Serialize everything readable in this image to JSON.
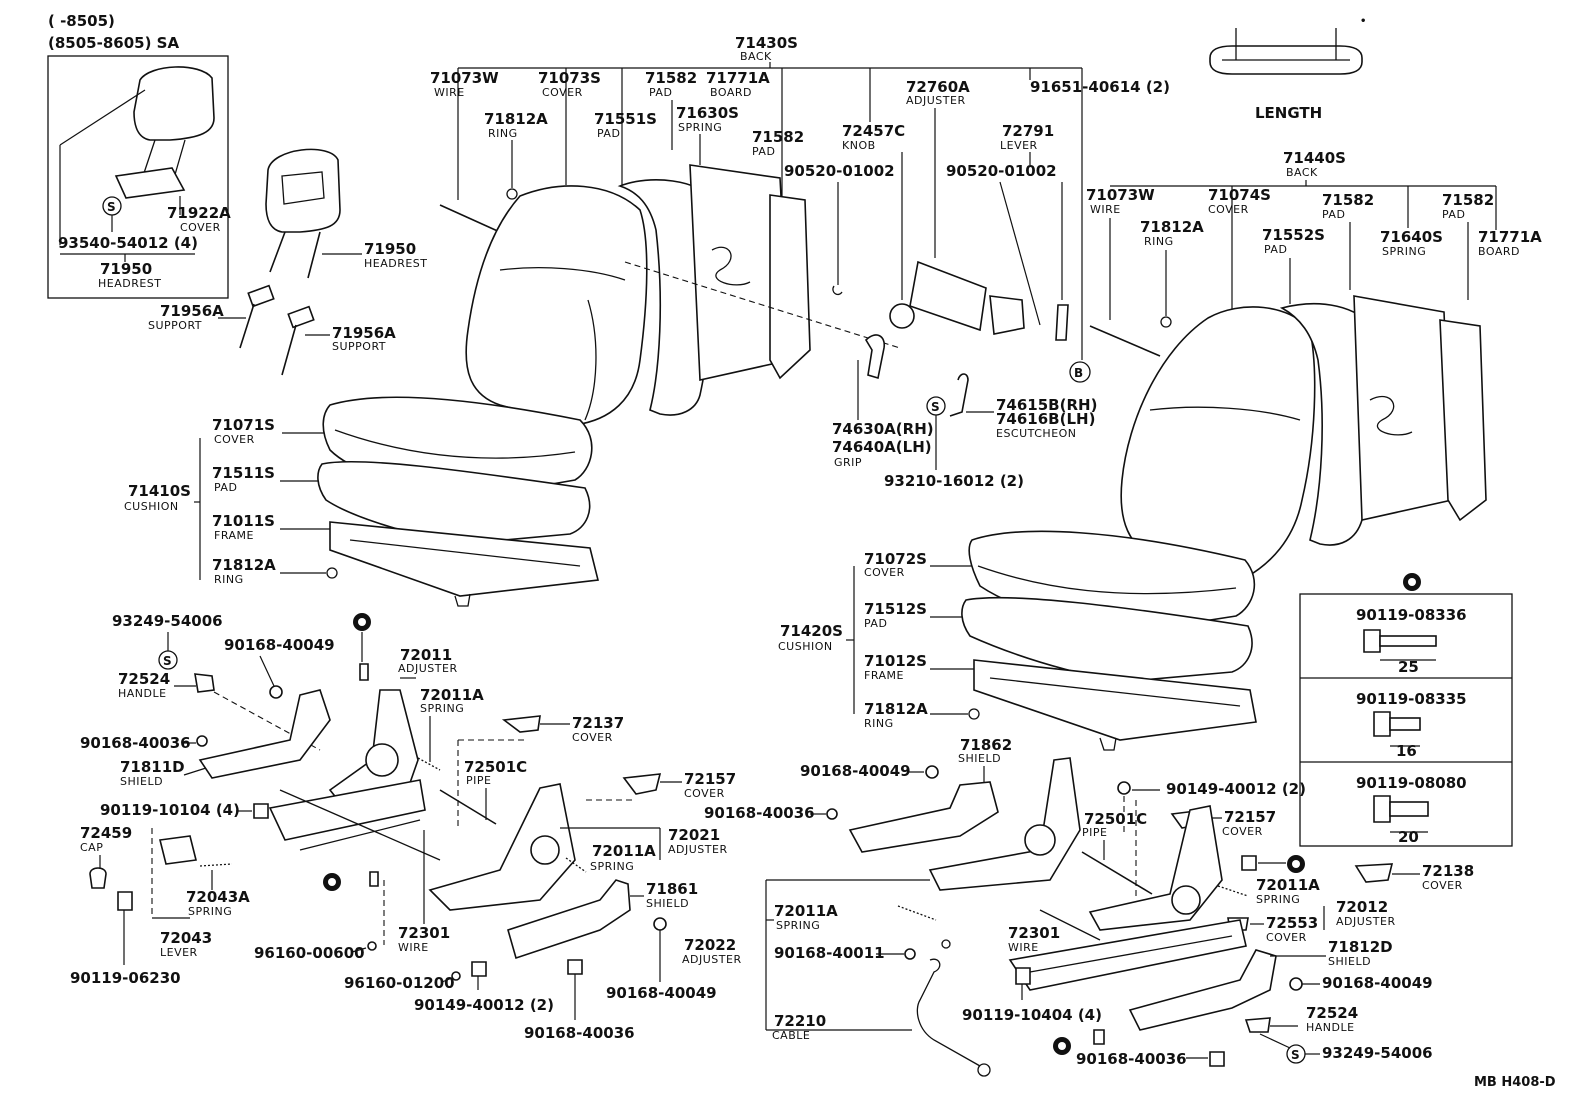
{
  "diagram": {
    "code": "MB H408-D",
    "notes": {
      "period1": "(   -8505)",
      "period2": "(8505-8605) SA",
      "length": "LENGTH"
    },
    "labels": {
      "l71430S": "71430S",
      "l71430S_n": "BACK",
      "l71073W_a": "71073W",
      "l71073W_a_n": "WIRE",
      "l71073S": "71073S",
      "l71073S_n": "COVER",
      "l71582_a": "71582",
      "l71582_a_n": "PAD",
      "l71771A_a": "71771A",
      "l71771A_a_n": "BOARD",
      "l71812A_a": "71812A",
      "l71812A_a_n": "RING",
      "l71551S": "71551S",
      "l71551S_n": "PAD",
      "l71630S": "71630S",
      "l71630S_n": "SPRING",
      "l71582_b": "71582",
      "l71582_b_n": "PAD",
      "l72760A": "72760A",
      "l72760A_n": "ADJUSTER",
      "l91651": "91651-40614 (2)",
      "l72457C": "72457C",
      "l72457C_n": "KNOB",
      "l90520_a": "90520-01002",
      "l72791": "72791",
      "l72791_n": "LEVER",
      "l90520_b": "90520-01002",
      "l71922A": "71922A",
      "l71922A_n": "COVER",
      "l93540": "93540-54012 (4)",
      "l71950_a": "71950",
      "l71950_a_n": "HEADREST",
      "l71950_b": "71950",
      "l71950_b_n": "HEADREST",
      "l71956A_a": "71956A",
      "l71956A_a_n": "SUPPORT",
      "l71956A_b": "71956A",
      "l71956A_b_n": "SUPPORT",
      "l74630A": "74630A(RH)",
      "l74640A": "74640A(LH)",
      "l74630A_n": "GRIP",
      "l74615B": "74615B(RH)",
      "l74616B": "74616B(LH)",
      "l74615B_n": "ESCUTCHEON",
      "l93210": "93210-16012 (2)",
      "l71440S": "71440S",
      "l71440S_n": "BACK",
      "l71073W_b": "71073W",
      "l71073W_b_n": "WIRE",
      "l71074S": "71074S",
      "l71074S_n": "COVER",
      "l71582_c": "71582",
      "l71582_c_n": "PAD",
      "l71582_d": "71582",
      "l71582_d_n": "PAD",
      "l71771A_b": "71771A",
      "l71771A_b_n": "BOARD",
      "l71812A_b": "71812A",
      "l71812A_b_n": "RING",
      "l71552S": "71552S",
      "l71552S_n": "PAD",
      "l71640S": "71640S",
      "l71640S_n": "SPRING",
      "l71071S": "71071S",
      "l71071S_n": "COVER",
      "l71511S": "71511S",
      "l71511S_n": "PAD",
      "l71410S": "71410S",
      "l71410S_n": "CUSHION",
      "l71011S": "71011S",
      "l71011S_n": "FRAME",
      "l71812A_c": "71812A",
      "l71812A_c_n": "RING",
      "l71072S": "71072S",
      "l71072S_n": "COVER",
      "l71512S": "71512S",
      "l71512S_n": "PAD",
      "l71420S": "71420S",
      "l71420S_n": "CUSHION",
      "l71012S": "71012S",
      "l71012S_n": "FRAME",
      "l71812A_d": "71812A",
      "l71812A_d_n": "RING",
      "l93249_a": "93249-54006",
      "l90168_40049_a": "90168-40049",
      "l72011": "72011",
      "l72011_n": "ADJUSTER",
      "l72011A_a": "72011A",
      "l72011A_a_n": "SPRING",
      "l72524_a": "72524",
      "l72524_a_n": "HANDLE",
      "l72137": "72137",
      "l72137_n": "COVER",
      "l90168_40036_a": "90168-40036",
      "l72501C_a": "72501C",
      "l72501C_a_n": "PIPE",
      "l71811D": "71811D",
      "l71811D_n": "SHIELD",
      "l72157_a": "72157",
      "l72157_a_n": "COVER",
      "l90119_10104": "90119-10104 (4)",
      "l72021": "72021",
      "l72021_n": "ADJUSTER",
      "l72011A_b": "72011A",
      "l72011A_b_n": "SPRING",
      "l72459": "72459",
      "l72459_n": "CAP",
      "l72043A": "72043A",
      "l72043A_n": "SPRING",
      "l71861": "71861",
      "l71861_n": "SHIELD",
      "l72043": "72043",
      "l72043_n": "LEVER",
      "l72301_a": "72301",
      "l72301_a_n": "WIRE",
      "l96160_00600": "96160-00600",
      "l90119_06230": "90119-06230",
      "l96160_01200": "96160-01200",
      "l90149_40012_a": "90149-40012 (2)",
      "l90168_40049_b": "90168-40049",
      "l90168_40036_b": "90168-40036",
      "l71862": "71862",
      "l71862_n": "SHIELD",
      "l90168_40049_c": "90168-40049",
      "l90149_40012_b": "90149-40012 (2)",
      "l90168_40036_c": "90168-40036",
      "l72501C_b": "72501C",
      "l72501C_b_n": "PIPE",
      "l72157_b": "72157",
      "l72157_b_n": "COVER",
      "l72138": "72138",
      "l72138_n": "COVER",
      "l72011A_c": "72011A",
      "l72011A_c_n": "SPRING",
      "l72012": "72012",
      "l72012_n": "ADJUSTER",
      "l72011A_d": "72011A",
      "l72011A_d_n": "SPRING",
      "l72553": "72553",
      "l72553_n": "COVER",
      "l72022": "72022",
      "l72022_n": "ADJUSTER",
      "l90168_40011": "90168-40011",
      "l72301_b": "72301",
      "l72301_b_n": "WIRE",
      "l71812D": "71812D",
      "l71812D_n": "SHIELD",
      "l90168_40049_d": "90168-40049",
      "l90119_10404": "90119-10404 (4)",
      "l72524_b": "72524",
      "l72524_b_n": "HANDLE",
      "l72210": "72210",
      "l72210_n": "CABLE",
      "l93249_b": "93249-54006",
      "l90168_40036_d": "90168-40036",
      "b1": "90119-08336",
      "b1_len": "25",
      "b2": "90119-08335",
      "b2_len": "16",
      "b3": "90119-08080",
      "b3_len": "20",
      "s1": "S",
      "s2": "S",
      "s3": "S",
      "s4": "S",
      "bmark": "B"
    }
  }
}
